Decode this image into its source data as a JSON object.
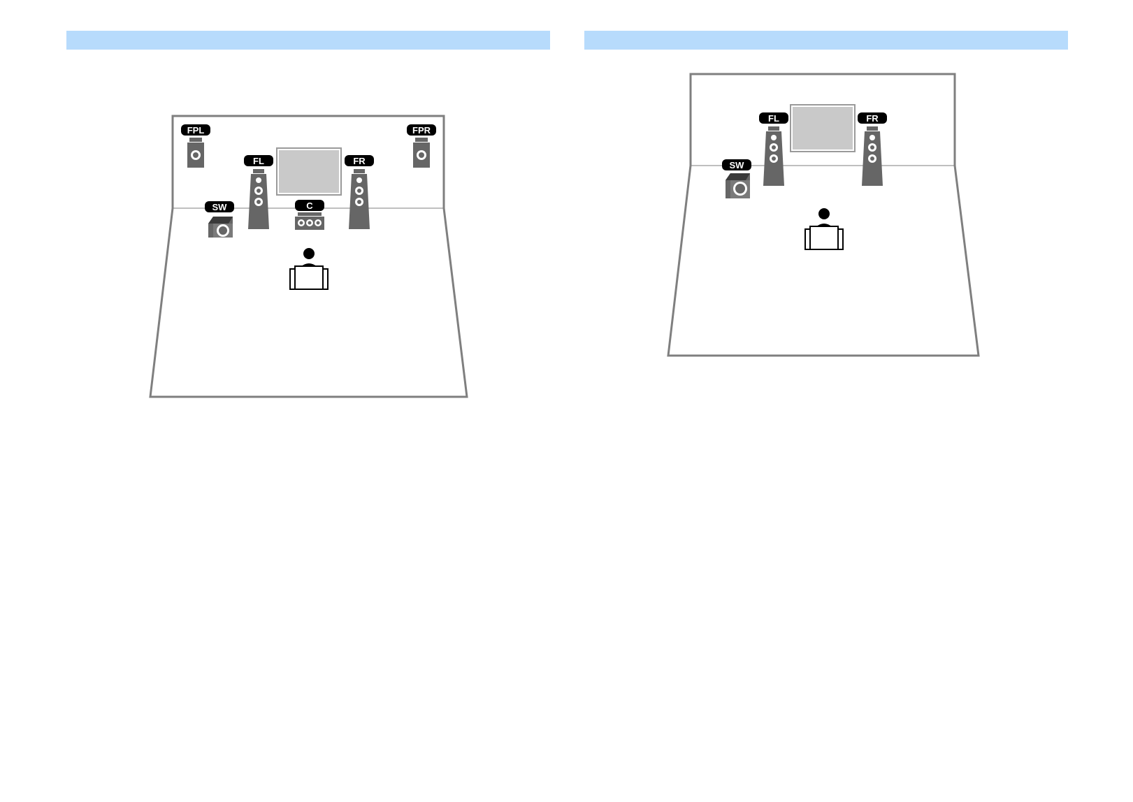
{
  "colors": {
    "header_bar": "#b7dbfc",
    "room_outline": "#7f7f7f",
    "speaker_body": "#666666",
    "speaker_dark": "#3a3a3a",
    "label_bg": "#000000",
    "label_text": "#ffffff",
    "screen_fill": "#c9c9c9",
    "screen_border": "#9a9a9a",
    "listener": "#000000"
  },
  "panels": [
    {
      "id": "left",
      "speakers": {
        "fpl": "FPL",
        "fpr": "FPR",
        "fl": "FL",
        "fr": "FR",
        "c": "C",
        "sw": "SW"
      }
    },
    {
      "id": "right",
      "speakers": {
        "fl": "FL",
        "fr": "FR",
        "sw": "SW"
      }
    }
  ]
}
